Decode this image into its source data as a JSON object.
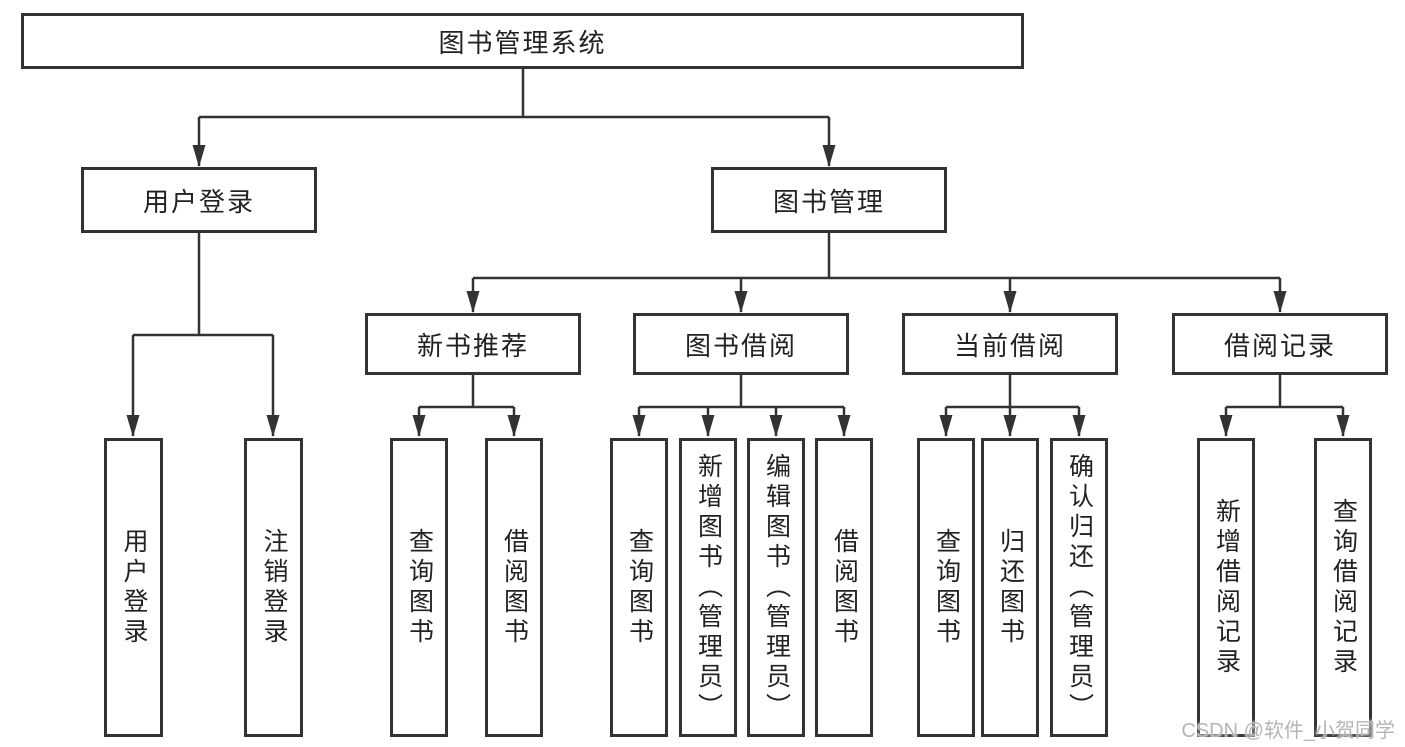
{
  "diagram": {
    "root": "图书管理系统",
    "level2": [
      "用户登录",
      "图书管理"
    ],
    "level3": [
      "新书推荐",
      "图书借阅",
      "当前借阅",
      "借阅记录"
    ],
    "leaves": {
      "user_login": [
        "用户登录",
        "注销登录"
      ],
      "new_book": [
        "查询图书",
        "借阅图书"
      ],
      "book_borrow": [
        "查询图书",
        "新增图书（管理员）",
        "编辑图书（管理员）",
        "借阅图书"
      ],
      "current_borrow": [
        "查询图书",
        "归还图书",
        "确认归还（管理员）"
      ],
      "borrow_records": [
        "新增借阅记录",
        "查询借阅记录"
      ]
    }
  },
  "watermark": "CSDN @软件_小贺同学",
  "colors": {
    "line": "#333333",
    "text": "#222222",
    "watermark": "#b5b5b5",
    "background": "#ffffff"
  }
}
